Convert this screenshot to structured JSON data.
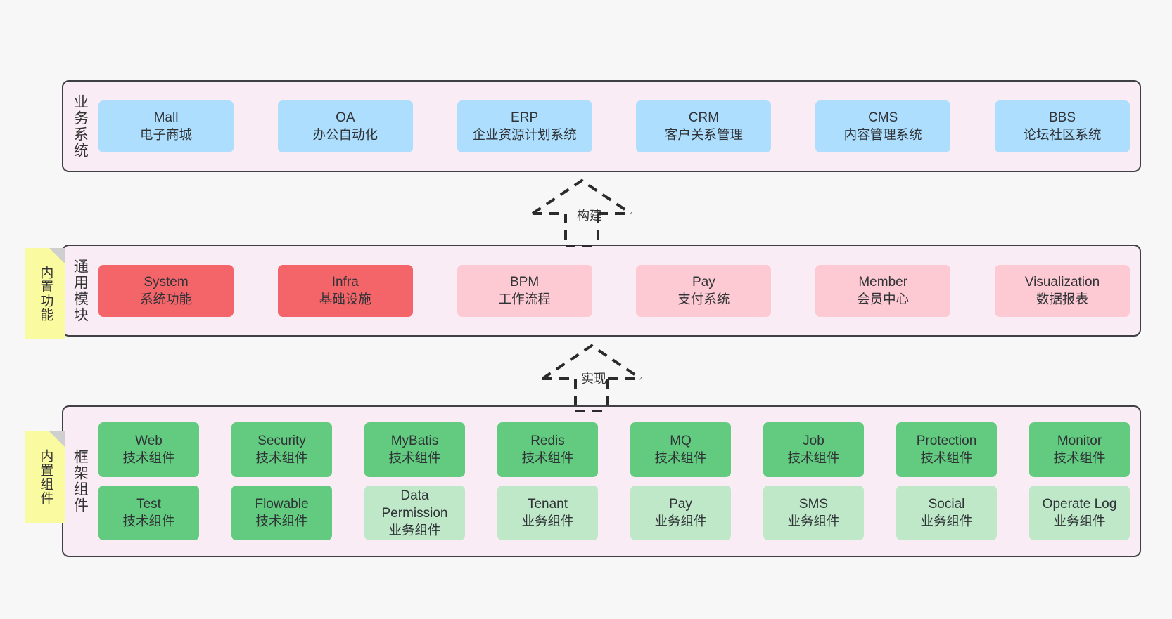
{
  "diagram": {
    "title": "ruoyi-vue-pro architecture layers",
    "background_color": "#f7f7f7"
  },
  "colors": {
    "layer_bg": "#f9ecf5",
    "layer_border": "#3f3f46",
    "blue": "#addefd",
    "red": "#f4656a",
    "pink": "#fdc9d2",
    "green": "#62cb7f",
    "light_green": "#bfe8c9",
    "note_yellow": "#fafaa0",
    "note_fold": "#cfcfcf"
  },
  "layers": [
    {
      "id": "business",
      "title": "业务系统",
      "rows": [
        [
          {
            "name": "Mall",
            "sub": "电子商城",
            "color": "blue"
          },
          {
            "name": "OA",
            "sub": "办公自动化",
            "color": "blue"
          },
          {
            "name": "ERP",
            "sub": "企业资源计划系统",
            "color": "blue"
          },
          {
            "name": "CRM",
            "sub": "客户关系管理",
            "color": "blue"
          },
          {
            "name": "CMS",
            "sub": "内容管理系统",
            "color": "blue"
          },
          {
            "name": "BBS",
            "sub": "论坛社区系统",
            "color": "blue"
          }
        ]
      ]
    },
    {
      "id": "modules",
      "title": "通用模块",
      "note": "内置功能",
      "rows": [
        [
          {
            "name": "System",
            "sub": "系统功能",
            "color": "red"
          },
          {
            "name": "Infra",
            "sub": "基础设施",
            "color": "red"
          },
          {
            "name": "BPM",
            "sub": "工作流程",
            "color": "pink"
          },
          {
            "name": "Pay",
            "sub": "支付系统",
            "color": "pink"
          },
          {
            "name": "Member",
            "sub": "会员中心",
            "color": "pink"
          },
          {
            "name": "Visualization",
            "sub": "数据报表",
            "color": "pink"
          }
        ]
      ]
    },
    {
      "id": "framework",
      "title": "框架组件",
      "note": "内置组件",
      "rows": [
        [
          {
            "name": "Web",
            "sub": "技术组件",
            "color": "green"
          },
          {
            "name": "Security",
            "sub": "技术组件",
            "color": "green"
          },
          {
            "name": "MyBatis",
            "sub": "技术组件",
            "color": "green"
          },
          {
            "name": "Redis",
            "sub": "技术组件",
            "color": "green"
          },
          {
            "name": "MQ",
            "sub": "技术组件",
            "color": "green"
          },
          {
            "name": "Job",
            "sub": "技术组件",
            "color": "green"
          },
          {
            "name": "Protection",
            "sub": "技术组件",
            "color": "green"
          },
          {
            "name": "Monitor",
            "sub": "技术组件",
            "color": "green"
          }
        ],
        [
          {
            "name": "Test",
            "sub": "技术组件",
            "color": "green"
          },
          {
            "name": "Flowable",
            "sub": "技术组件",
            "color": "green"
          },
          {
            "name": "Data Permission",
            "sub": "业务组件",
            "color": "light_green"
          },
          {
            "name": "Tenant",
            "sub": "业务组件",
            "color": "light_green"
          },
          {
            "name": "Pay",
            "sub": "业务组件",
            "color": "light_green"
          },
          {
            "name": "SMS",
            "sub": "业务组件",
            "color": "light_green"
          },
          {
            "name": "Social",
            "sub": "业务组件",
            "color": "light_green"
          },
          {
            "name": "Operate Log",
            "sub": "业务组件",
            "color": "light_green"
          }
        ]
      ]
    }
  ],
  "arrows": [
    {
      "id": "build",
      "label": "构建",
      "from": "modules",
      "to": "business",
      "style": "dashed-hollow-triangle-up"
    },
    {
      "id": "implement",
      "label": "实现",
      "from": "framework",
      "to": "modules",
      "style": "dashed-hollow-triangle-up"
    }
  ]
}
